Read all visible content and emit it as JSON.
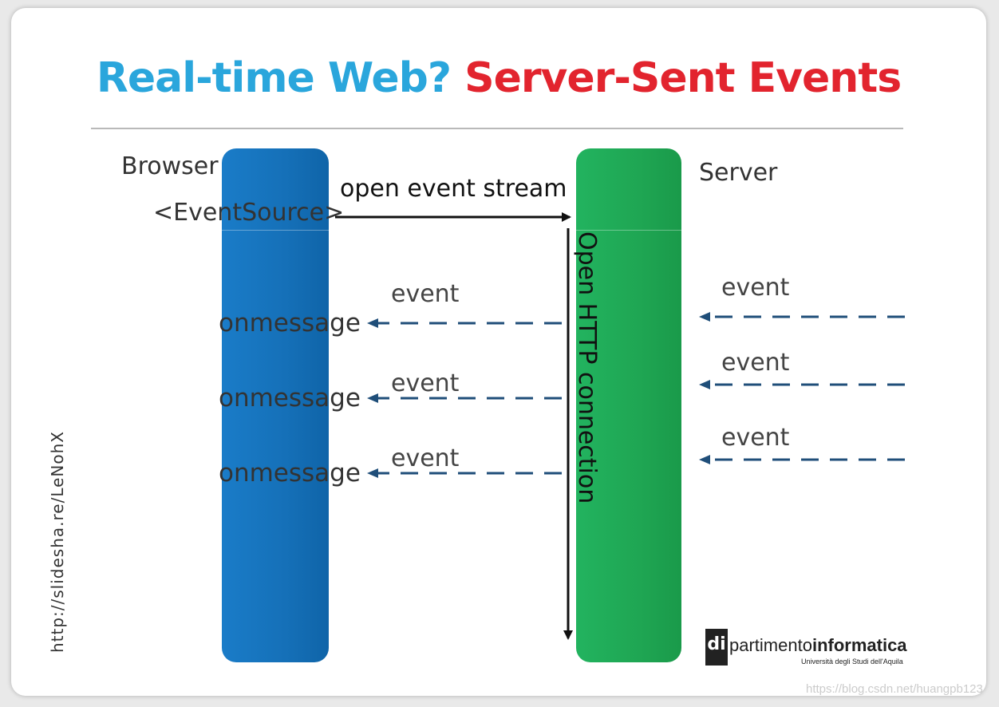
{
  "title": {
    "part1": "Real-time Web?",
    "part2": "Server-Sent Events",
    "color1": "#2aa6dc",
    "color2": "#e2242e"
  },
  "browser": {
    "label": "Browser",
    "eventsource": "<EventSource>",
    "onmessage": [
      "onmessage",
      "onmessage",
      "onmessage"
    ],
    "color": "#1570b8"
  },
  "server": {
    "label": "Server",
    "color": "#1fa653"
  },
  "open_stream_label": "open event stream",
  "connection_label": "Open HTTP connection",
  "events_left": [
    "event",
    "event",
    "event"
  ],
  "events_right": [
    "event",
    "event",
    "event"
  ],
  "credit": "http://slidesha.re/LeNohX",
  "logo": {
    "mark": "di",
    "word_light": "partimento",
    "word_bold": "informatica",
    "subtitle": "Università degli Studi dell'Aquila"
  },
  "watermark": "https://blog.csdn.net/huangpb123",
  "colors": {
    "dashed_arrow": "#1f4e79",
    "solid_arrow": "#111111"
  }
}
